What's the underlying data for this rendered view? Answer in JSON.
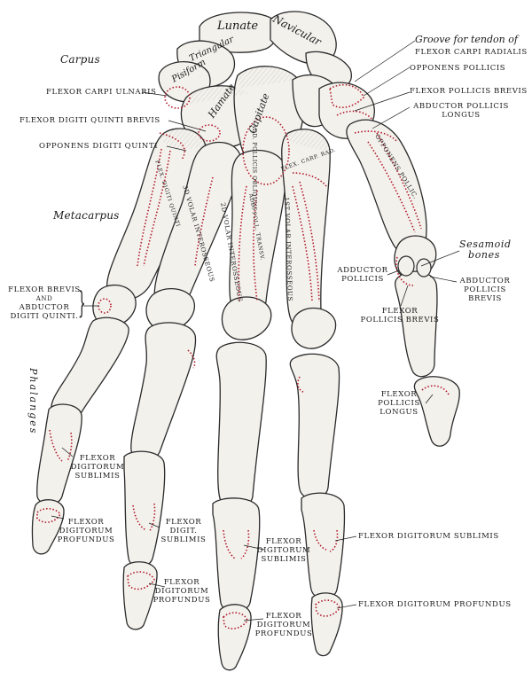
{
  "regions": {
    "carpus": "Carpus",
    "metacarpus": "Metacarpus",
    "phalanges": "Phalanges"
  },
  "bones": {
    "lunate": "Lunate",
    "navicular": "Navicular",
    "triangular": "Triangular",
    "pisiform": "Pisiform",
    "hamate": "Hamate",
    "capitate": "Capitate"
  },
  "labels": {
    "groove_tendon_line1": "Groove for tendon of",
    "groove_tendon_line2": "Flexor carpi radialis",
    "opponens_pollicis": "Opponens pollicis",
    "flexor_pollicis_brevis_top": "Flexor pollicis brevis",
    "abductor_pollicis_longus_line1": "Abductor pollicis",
    "abductor_pollicis_longus_line2": "longus",
    "flexor_carpi_ulnaris": "Flexor carpi ulnaris",
    "flexor_digiti_quinti_brevis": "Flexor digiti quinti brevis",
    "opponens_digiti_quinti": "Opponens digiti quinti",
    "flexor_brevis_abductor_line1": "Flexor brevis",
    "flexor_brevis_abductor_line2": "and",
    "flexor_brevis_abductor_line3": "Abductor",
    "flexor_brevis_abductor_line4": "digiti quinti.",
    "sesamoid_line1": "Sesamoid",
    "sesamoid_line2": "bones",
    "adductor_pollicis_left_line1": "Adductor",
    "adductor_pollicis_left_line2": "pollicis",
    "abductor_pollicis_brevis_line1": "Abductor",
    "abductor_pollicis_brevis_line2": "pollicis",
    "abductor_pollicis_brevis_line3": "brevis",
    "flexor_pollicis_brevis_low_line1": "Flexor",
    "flexor_pollicis_brevis_low_line2": "pollicis brevis",
    "flexor_pollicis_longus_line1": "Flexor",
    "flexor_pollicis_longus_line2": "pollicis",
    "flexor_pollicis_longus_line3": "longus",
    "fds_little_line1": "Flexor",
    "fds_little_line2": "digitorum",
    "fds_little_line3": "sublimis",
    "fdp_little_line1": "Flexor",
    "fdp_little_line2": "digitorum",
    "fdp_little_line3": "profundus",
    "fds_ring_line1": "Flexor",
    "fds_ring_line2": "digit.",
    "fds_ring_line3": "sublimis",
    "fdp_ring_line1": "Flexor",
    "fdp_ring_line2": "digitorum",
    "fdp_ring_line3": "profundus",
    "fds_middle_line1": "Flexor",
    "fds_middle_line2": "digitorum",
    "fds_middle_line3": "sublimis",
    "fdp_middle_line1": "Flexor",
    "fdp_middle_line2": "digitorum",
    "fdp_middle_line3": "profundus",
    "fds_index": "Flexor digitorum sublimis",
    "fdp_index": "Flexor digitorum profundus"
  },
  "vertical_labels": {
    "third_volar_interosseous": "3d volar interosseous",
    "second_volar_interosseous": "2d volar interosseous",
    "first_volar_interosseous": "1st volar interosseous",
    "opponens_pollic": "Opponens pollic.",
    "add_poll_obliquus": "Add. pollicis obliquus",
    "add_poll_transv": "Add. poll. transv.",
    "flex_carp_rad": "Flex. carp. rad.",
    "flex_dig_quinti": "Flex. digiti quinti"
  },
  "colors": {
    "bone_fill": "#f3f1ec",
    "bone_stroke": "#2a2a2a",
    "muscle_attachment": "#b0182a",
    "text": "#1a1a1a"
  }
}
